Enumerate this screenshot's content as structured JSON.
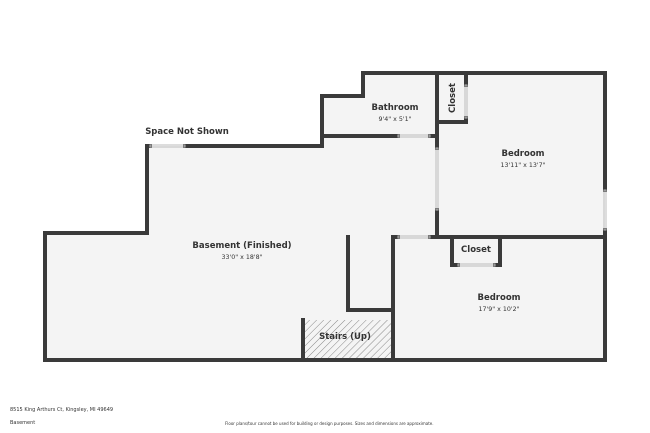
{
  "colors": {
    "wall": "#3a3a3a",
    "floor": "#f4f4f4"
  },
  "rooms": {
    "space_not_shown": "Space Not Shown",
    "bathroom": {
      "name": "Bathroom",
      "dims": "9'4\" x 5'1\""
    },
    "closet_top": {
      "name": "Closet"
    },
    "bedroom_top": {
      "name": "Bedroom",
      "dims": "13'11\" x 13'7\""
    },
    "basement": {
      "name": "Basement (Finished)",
      "dims": "33'0\" x 18'8\""
    },
    "closet_bottom": {
      "name": "Closet"
    },
    "bedroom_bottom": {
      "name": "Bedroom",
      "dims": "17'9\" x 10'2\""
    },
    "stairs": {
      "name": "Stairs (Up)"
    }
  },
  "footer": {
    "address": "8515 King Arthurs Ct, Kingsley, MI 49649",
    "level": "Basement",
    "disclaimer": "Floor plans/tour cannot be used for building or design purposes. Sizes and dimensions are approximate."
  }
}
